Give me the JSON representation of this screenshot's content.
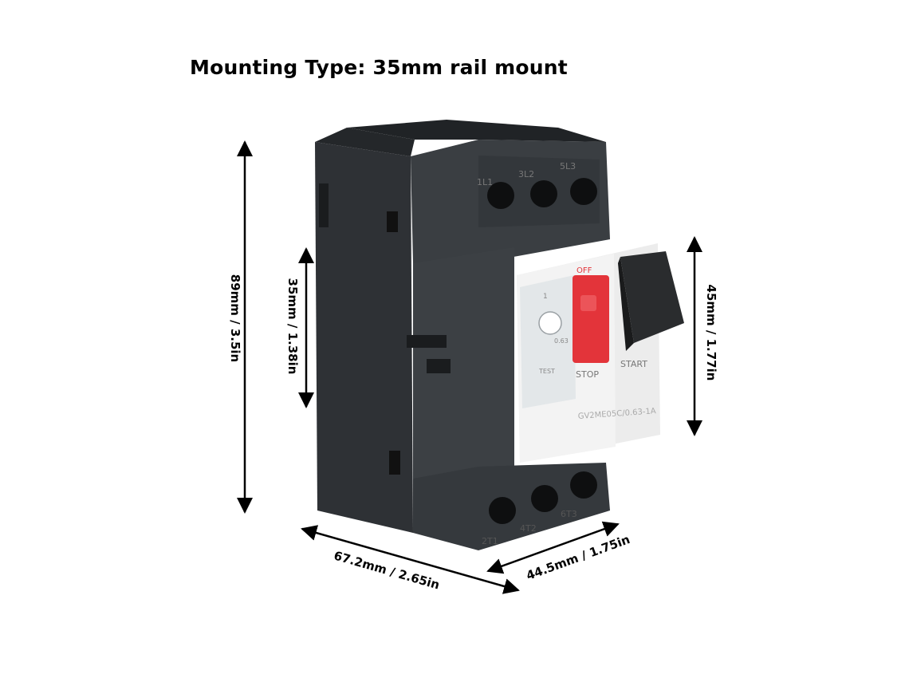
{
  "title": "Mounting Type: 35mm rail mount",
  "dimensions": {
    "height_total": "89mm / 3.5in",
    "height_rail": "35mm / 1.38in",
    "height_front": "45mm / 1.77in",
    "depth": "67.2mm / 2.65in",
    "width": "44.5mm / 1.75in"
  },
  "device": {
    "model": "GV2ME05C/0.63-1A",
    "stop_label": "STOP",
    "start_label": "START",
    "off_label": "OFF",
    "test_label": "TEST",
    "dial_max": "1",
    "dial_min": "0.63",
    "terminals_top": [
      "1L1",
      "3L2",
      "5L3"
    ],
    "terminals_bottom": [
      "2T1",
      "4T2",
      "6T3"
    ]
  },
  "colors": {
    "housing": "#3e4246",
    "front_panel": "#ececec",
    "stop_button": "#e3343a",
    "start_button": "#2a2c2e"
  }
}
